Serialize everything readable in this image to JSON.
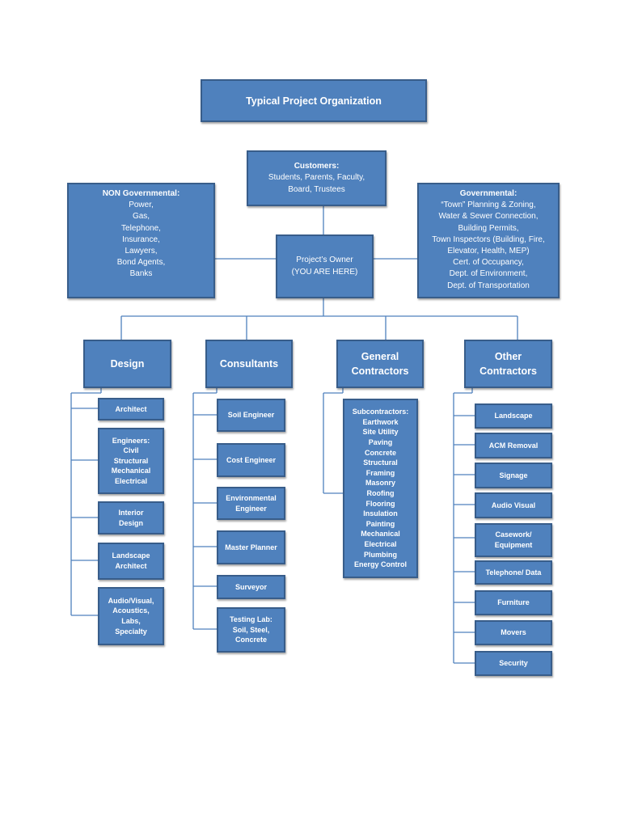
{
  "title": "Typical Project Organization",
  "colors": {
    "box_fill": "#4F81BD",
    "box_border": "#385D8A",
    "connector": "#4F81BD",
    "text": "#FFFFFF",
    "background": "#FFFFFF"
  },
  "customers": {
    "heading": "Customers:",
    "lines": [
      "Students, Parents, Faculty,",
      "Board, Trustees"
    ]
  },
  "non_governmental": {
    "heading": "NON Governmental:",
    "lines": [
      "Power,",
      "Gas,",
      "Telephone,",
      "Insurance,",
      "Lawyers,",
      "Bond Agents,",
      "Banks"
    ]
  },
  "owner": {
    "lines": [
      "Project’s Owner",
      "(YOU ARE HERE)"
    ]
  },
  "governmental": {
    "heading": "Governmental:",
    "lines": [
      "“Town” Planning & Zoning,",
      "Water & Sewer Connection,",
      "Building Permits,",
      "Town Inspectors (Building, Fire,",
      "Elevator, Health, MEP)",
      "Cert. of Occupancy,",
      "Dept. of Environment,",
      "Dept. of Transportation"
    ]
  },
  "columns": [
    {
      "label": [
        "Design"
      ],
      "items": [
        {
          "lines": [
            "Architect"
          ]
        },
        {
          "lines": [
            "Engineers:",
            "Civil",
            "Structural",
            "Mechanical",
            "Electrical"
          ]
        },
        {
          "lines": [
            "Interior",
            "Design"
          ]
        },
        {
          "lines": [
            "Landscape",
            "Architect"
          ]
        },
        {
          "lines": [
            "Audio/Visual,",
            "Acoustics,",
            "Labs,",
            "Specialty"
          ]
        }
      ]
    },
    {
      "label": [
        "Consultants"
      ],
      "items": [
        {
          "lines": [
            "Soil Engineer"
          ]
        },
        {
          "lines": [
            "Cost Engineer"
          ]
        },
        {
          "lines": [
            "Environmental",
            "Engineer"
          ]
        },
        {
          "lines": [
            "Master Planner"
          ]
        },
        {
          "lines": [
            "Surveyor"
          ]
        },
        {
          "lines": [
            "Testing Lab:",
            "Soil, Steel,",
            "Concrete"
          ]
        }
      ]
    },
    {
      "label": [
        "General",
        "Contractors"
      ],
      "items": [
        {
          "lines": [
            "Subcontractors:",
            "Earthwork",
            "Site Utility",
            "Paving",
            "Concrete",
            "Structural",
            "Framing",
            "Masonry",
            "Roofing",
            "Flooring",
            "Insulation",
            "Painting",
            "Mechanical",
            "Electrical",
            "Plumbing",
            "Energy Control"
          ]
        }
      ]
    },
    {
      "label": [
        "Other",
        "Contractors"
      ],
      "items": [
        {
          "lines": [
            "Landscape"
          ]
        },
        {
          "lines": [
            "ACM Removal"
          ]
        },
        {
          "lines": [
            "Signage"
          ]
        },
        {
          "lines": [
            "Audio Visual"
          ]
        },
        {
          "lines": [
            "Casework/",
            "Equipment"
          ]
        },
        {
          "lines": [
            "Telephone/ Data"
          ]
        },
        {
          "lines": [
            "Furniture"
          ]
        },
        {
          "lines": [
            "Movers"
          ]
        },
        {
          "lines": [
            "Security"
          ]
        }
      ]
    }
  ]
}
